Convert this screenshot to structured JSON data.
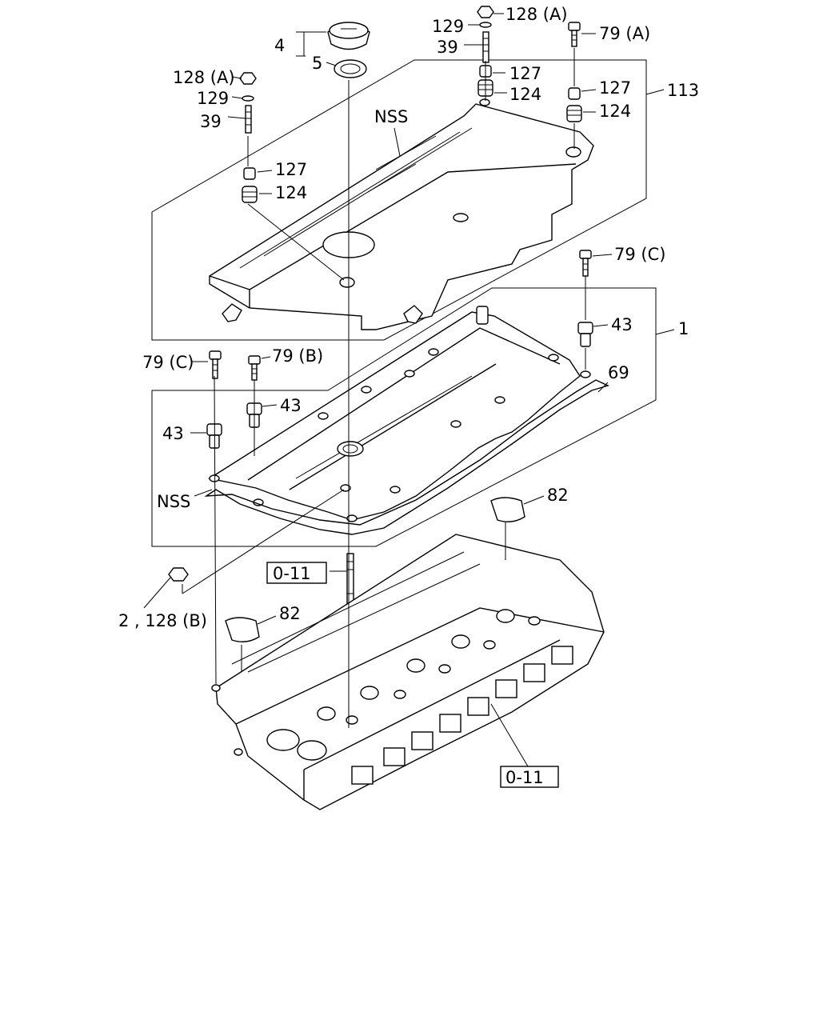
{
  "callouts": {
    "oil_cap": "4",
    "oil_cap_seal": "5",
    "nut_128a_left": "128 (A)",
    "washer_129_left": "129",
    "stud_39_left": "39",
    "spacer_127_left": "127",
    "grommet_124_left": "124",
    "nut_128a_top": "128 (A)",
    "washer_129_top": "129",
    "stud_39_top": "39",
    "spacer_127_mid": "127",
    "grommet_124_mid": "124",
    "bolt_79a": "79 (A)",
    "spacer_127_right": "127",
    "grommet_124_right": "124",
    "cover_assy_113": "113",
    "nss_upper": "NSS",
    "bolt_79c_right": "79 (C)",
    "bolt_43_right": "43",
    "head_cover_1": "1",
    "gasket_69": "69",
    "bolt_79c_left": "79 (C)",
    "bolt_79b": "79 (B)",
    "bolt_43_mid": "43",
    "bolt_43_left": "43",
    "nss_lower": "NSS",
    "cam_cap_82_right": "82",
    "cam_cap_82_left": "82",
    "nut_2_128b": "2 , 128 (B)",
    "ref_0_11_stud": "0-11",
    "ref_0_11_head": "0-11"
  }
}
